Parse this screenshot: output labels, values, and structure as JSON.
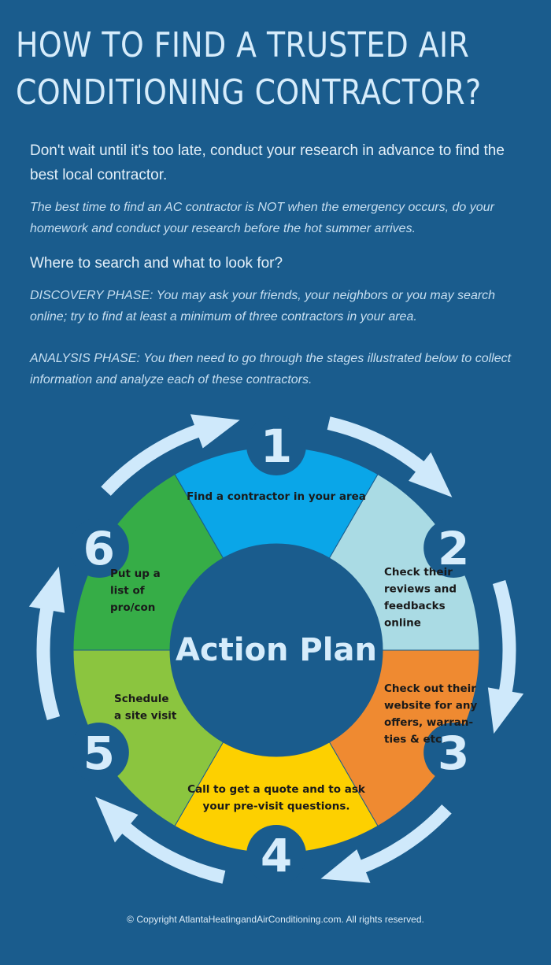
{
  "header": {
    "title_line1": "HOW TO FIND A TRUSTED AIR",
    "title_line2": "CONDITIONING CONTRACTOR?"
  },
  "intro": "Don't wait until it's too late, conduct your research in advance to find the best local contractor.",
  "tip": "The best time to find an AC contractor is NOT when the emergency occurs, do your homework and conduct your research before the hot summer arrives.",
  "subhead": "Where to search and what to look for?",
  "discovery": "DISCOVERY PHASE: You may ask your friends, your neighbors or you may search online; try to find at least a minimum of three contractors in your area.",
  "analysis": "ANALYSIS PHASE: You then need to go through the stages illustrated below to collect information and analyze each of these contractors.",
  "action_plan": {
    "center_label": "Action Plan",
    "steps": [
      {
        "number": "1",
        "lines": [
          "Find a contractor in your area"
        ],
        "color": "#0aa6e8"
      },
      {
        "number": "2",
        "lines": [
          "Check their",
          "reviews and",
          "feedbacks",
          "online"
        ],
        "color": "#aadbe4"
      },
      {
        "number": "3",
        "lines": [
          "Check out their",
          "website for any",
          "offers, warran-",
          "ties & etc."
        ],
        "color": "#ef8a31"
      },
      {
        "number": "4",
        "lines": [
          "Call to get a quote and to ask",
          "your pre-visit questions."
        ],
        "color": "#fdd000"
      },
      {
        "number": "5",
        "lines": [
          "Schedule",
          "a site visit"
        ],
        "color": "#8bc53f"
      },
      {
        "number": "6",
        "lines": [
          "Put up a",
          "list of",
          "pro/con"
        ],
        "color": "#36ad47"
      }
    ]
  },
  "footer": {
    "copyright": "© Copyright AtlantaHeatingandAirConditioning.com. All rights reserved."
  }
}
